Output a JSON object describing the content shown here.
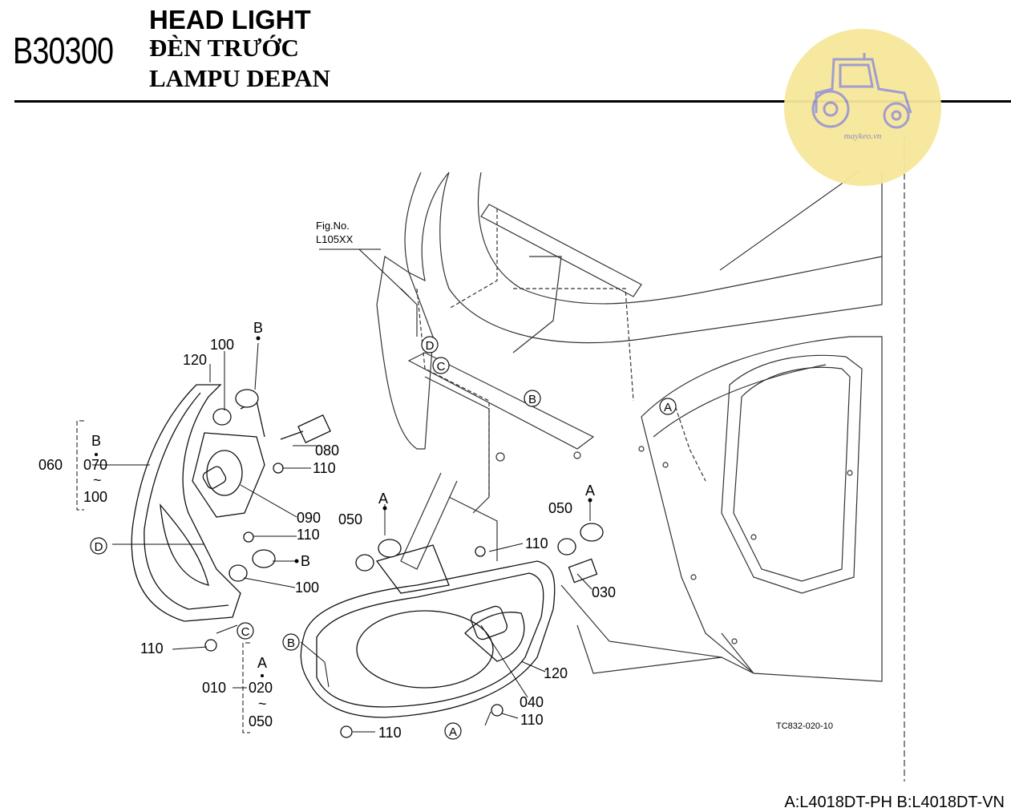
{
  "header": {
    "section_code": "B30300",
    "title_en": "HEAD LIGHT",
    "title_vi": "ĐÈN TRƯỚC",
    "title_id": "LAMPU DEPAN"
  },
  "logo": {
    "text": "maykeo.vn",
    "icon": "tractor-icon"
  },
  "figure_ref": {
    "line1": "Fig.No.",
    "line2": "L105XX"
  },
  "drawing_code": "TC832-020-10",
  "footer_note": "A:L4018DT-PH B:L4018DT-VN",
  "ref_marks": [
    "A",
    "B",
    "C",
    "D"
  ],
  "left_lamp": {
    "bracket": {
      "top": "B",
      "part": "070",
      "tilde": "~",
      "bottom": "100",
      "assembly": "060"
    },
    "labels": [
      "100",
      "120",
      "B",
      "080",
      "110",
      "090",
      "110",
      "D",
      "B",
      "100",
      "C",
      "110"
    ]
  },
  "right_lamp": {
    "bracket": {
      "top": "A",
      "part": "020",
      "tilde": "~",
      "bottom": "050",
      "assembly": "010"
    },
    "labels": [
      "A",
      "050",
      "110",
      "A",
      "050",
      "030",
      "B",
      "120",
      "040",
      "110",
      "A",
      "110"
    ]
  },
  "colors": {
    "line": "#1a1a1a",
    "frame": "#555555",
    "logo_bg": "#f7e79a",
    "logo_icon": "#9c98cc"
  }
}
